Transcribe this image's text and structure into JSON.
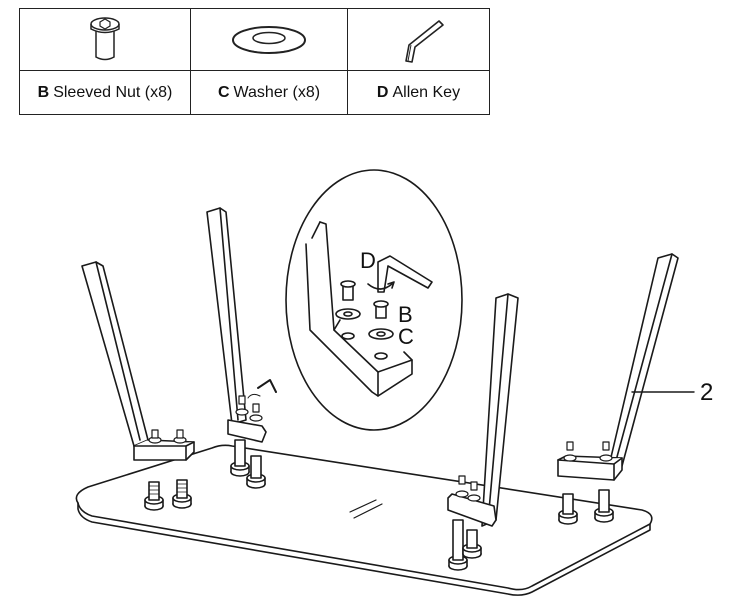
{
  "parts": [
    {
      "letter": "B",
      "name": "Sleeved Nut (x8)",
      "icon": "sleeved-nut-icon"
    },
    {
      "letter": "C",
      "name": "Washer (x8)",
      "icon": "washer-icon"
    },
    {
      "letter": "D",
      "name": "Allen Key",
      "icon": "allen-key-icon"
    }
  ],
  "diagram": {
    "callout_number": "2",
    "detail_labels": {
      "d": "D",
      "b": "B",
      "c": "C"
    }
  }
}
